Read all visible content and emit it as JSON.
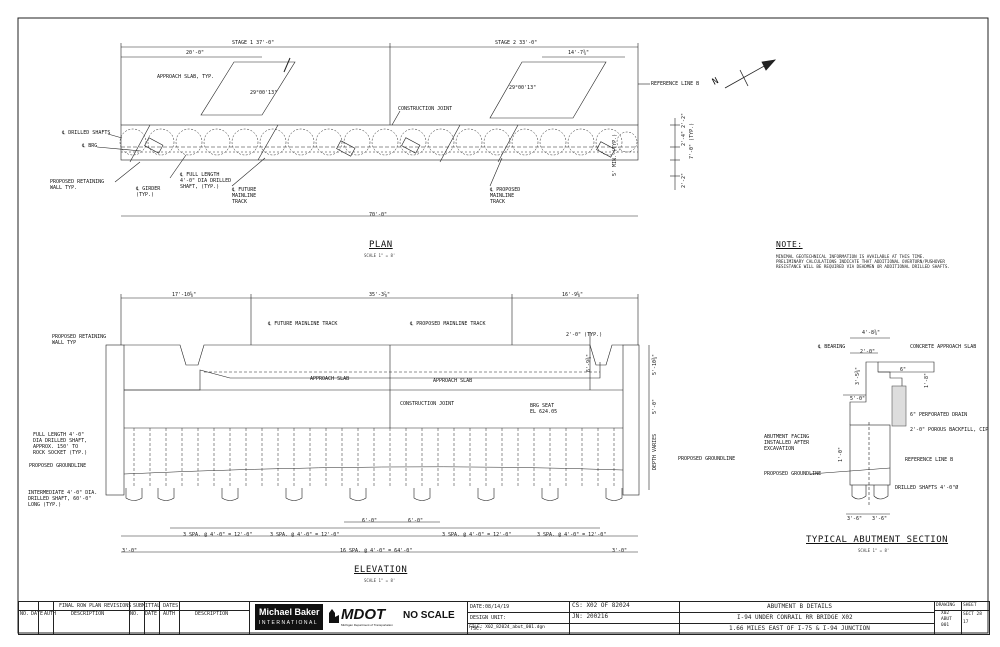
{
  "plan": {
    "title": "PLAN",
    "scale": "SCALE 1\" = 8'",
    "stage1": "STAGE 1 37'-0\"",
    "stage2": "STAGE 2 33'-0\"",
    "dim_20": "20'-0\"",
    "dim_14": "14'-7¾\"",
    "approach_slab": "APPROACH SLAB, TYP.",
    "construction_joint": "CONSTRUCTION JOINT",
    "reference_line": "REFERENCE LINE B",
    "skew_1": "29°00'13\"",
    "skew_2": "29°00'13\"",
    "drilled_shafts": "℄ DRILLED SHAFTS",
    "brg": "℄ BRG",
    "retaining_wall": "PROPOSED RETAINING\nWALL TYP.",
    "girder": "℄ GIRDER\n(TYP.)",
    "full_length": "℄ FULL LENGTH\n4'-0\" DIA DRILLED\nSHAFT, (TYP.)",
    "future_track": "℄ FUTURE\nMAINLINE\nTRACK",
    "proposed_track": "℄ PROPOSED\nMAINLINE\nTRACK",
    "min_typ": "5' MIN. (TYP.)",
    "dim_70": "70'-0\"",
    "dim_2_2": "2'-2\"",
    "dim_2_4": "2'-4\"",
    "dim_7_0": "7'-0\" (TYP.)",
    "dim_2_2b": "2'-2\""
  },
  "north_arrow": "N",
  "note": {
    "title": "NOTE:",
    "body": "MINIMAL GEOTECHNICAL INFORMATION IS AVAILABLE AT THIS TIME.\nPRELIMINARY CALCULATIONS INDICATE THAT ADDITIONAL OVERTURN/PUSHOVER\nRESISTANCE WILL BE REQUIRED VIA DEADMEN OR ADDITIONAL DRILLED SHAFTS."
  },
  "elevation": {
    "title": "ELEVATION",
    "scale": "SCALE 1\" = 8'",
    "dim_17": "17'-10⅝\"",
    "dim_35": "35'-3⅞\"",
    "dim_16": "16'-9⅝\"",
    "future_track": "℄ FUTURE MAINLINE TRACK",
    "proposed_track": "℄ PROPOSED MAINLINE TRACK",
    "retaining_wall": "PROPOSED RETAINING\nWALL TYP",
    "approach_slab_1": "APPROACH SLAB",
    "approach_slab_2": "APPROACH SLAB",
    "construction_joint": "CONSTRUCTION JOINT",
    "brg_seat": "BRG SEAT\nEL 624.05",
    "full_length": "FULL LENGTH 4'-0\"\nDIA DRILLED SHAFT,\nAPPROX. 150' TO\nROCK SOCKET (TYP.)",
    "groundline_left": "PROPOSED GROUNDLINE",
    "groundline_right": "PROPOSED GROUNDLINE",
    "intermediate": "INTERMEDIATE 4'-0\" DIA.\nDRILLED SHAFT, 60'-0\"\nLONG (TYP.)",
    "depth_varies": "DEPTH VARIES",
    "dim_2_0_typ": "2'-0\" (TYP.)",
    "dim_5_10": "5'-10¾\"",
    "dim_5_0": "5'-0\"",
    "dim_6_9": "6'-9¾\"",
    "spa_1": "3 SPA. @ 4'-0\" = 12'-0\"",
    "spa_2": "3 SPA. @ 4'-0\" = 12'-0\"",
    "spa_3": "3 SPA. @ 4'-0\" = 12'-0\"",
    "spa_4": "3 SPA. @ 4'-0\" = 12'-0\"",
    "dim_6a": "6'-0\"",
    "dim_6b": "6'-0\"",
    "dim_3_left": "3'-0\"",
    "dim_3_right": "3'-0\"",
    "spa_total": "16 SPA. @ 4'-0\" = 64'-0\""
  },
  "section": {
    "title": "TYPICAL ABUTMENT SECTION",
    "scale": "SCALE 1\" = 8'",
    "dim_4_8": "4'-8¾\"",
    "dim_2_0": "2'-0\"",
    "dim_6": "6\"",
    "bearing": "℄ BEARING",
    "approach_slab": "CONCRETE APPROACH SLAB",
    "dim_3_5": "3'-5¾\"",
    "dim_1_8": "1'-8\"",
    "dim_5_0": "5'-0\"",
    "drain": "6\" PERFORATED DRAIN",
    "backfill": "2'-0\" POROUS BACKFILL, CIP",
    "facing": "ABUTMENT FACING\nINSTALLED AFTER\nEXCAVATION",
    "ref_line": "REFERENCE LINE B",
    "groundline": "PROPOSED GROUNDLINE",
    "dim_1_0": "1'-0\"",
    "drilled_shafts": "DRILLED SHAFTS 4'-0\"Ø",
    "dim_3_6": "3'-6\"",
    "dim_3_6b": "3'-6\""
  },
  "title_block": {
    "plan_revisions": "FINAL ROW PLAN REVISIONS",
    "submittal_dates": "SUBMITTAL DATES",
    "no": "NO.",
    "date": "DATE",
    "auth": "AUTH",
    "description": "DESCRIPTION",
    "no2": "NO.",
    "date2": "DATE",
    "auth2": "AUTH",
    "description2": "DESCRIPTION",
    "mb_name": "Michael Baker",
    "mb_sub": "INTERNATIONAL",
    "mdot": "MDOT",
    "mdot_sub": "Michigan Department of Transportation",
    "no_scale": "NO SCALE",
    "date_field": "DATE:08/14/19",
    "design_unit": "DESIGN UNIT:",
    "tsc": "TSC:",
    "file": "FILE: X02_82024_abut_001.dgn",
    "cs": "CS: X02 OF 82024",
    "jn": "JN: 200216",
    "sheet_title": "ABUTMENT B DETAILS",
    "sheet_sub1": "I-94 UNDER CONRAIL RR BRIDGE X02",
    "sheet_sub2": "1.66 MILES EAST OF I-75 & I-94 JUNCTION",
    "drawing_label": "DRAWING",
    "sheet_label": "SHEET",
    "drawing_no": "X02\nABUT\n001",
    "sheet_no": "SECT 28\n17"
  }
}
